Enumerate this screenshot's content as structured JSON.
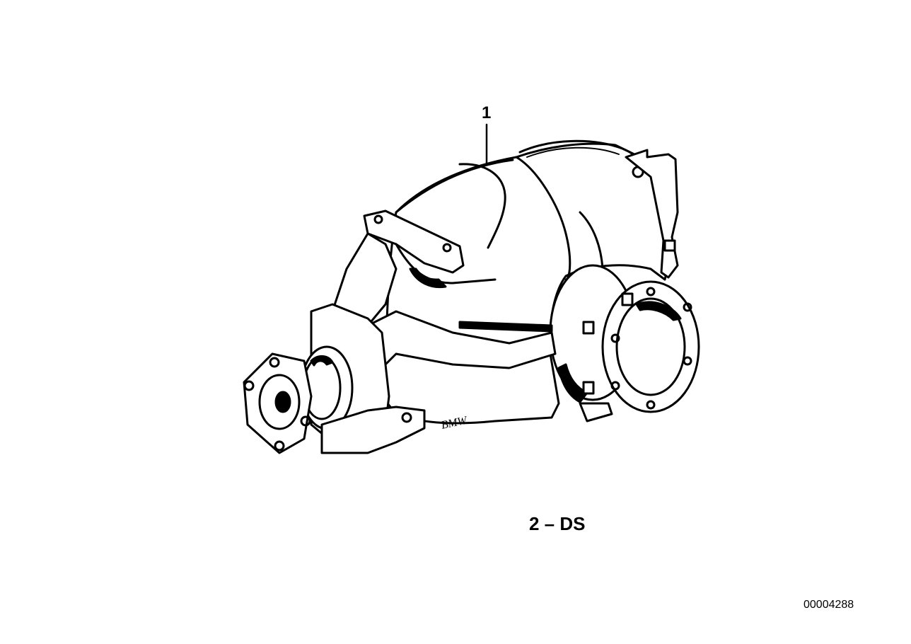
{
  "diagram": {
    "callouts": [
      {
        "label": "1"
      }
    ],
    "group_label": "2 – DS",
    "drawing_number": "00004288",
    "logo_text": "BMW",
    "colors": {
      "line": "#000000",
      "background": "#ffffff"
    }
  }
}
